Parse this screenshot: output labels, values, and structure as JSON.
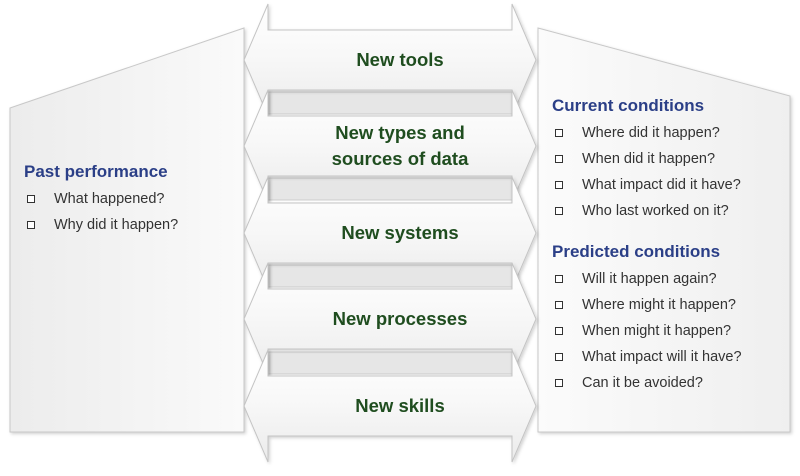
{
  "past": {
    "title": "Past performance",
    "items": [
      "What happened?",
      "Why did it happen?"
    ]
  },
  "current": {
    "title": "Current conditions",
    "items": [
      "Where did it happen?",
      "When did it happen?",
      "What impact did it have?",
      "Who last worked on it?"
    ]
  },
  "predicted": {
    "title": "Predicted conditions",
    "items": [
      "Will it happen again?",
      "Where might it happen?",
      "When might it happen?",
      "What impact will it have?",
      "Can it be avoided?"
    ]
  },
  "arrows": {
    "tools": "New tools",
    "data_line1": "New types and",
    "data_line2": "sources of data",
    "systems": "New systems",
    "processes": "New processes",
    "skills": "New skills"
  },
  "colors": {
    "heading": "#2b3f87",
    "arrow_text": "#1f4d1f",
    "panel_fill": "#f4f4f4",
    "border": "#c8c8c8"
  }
}
